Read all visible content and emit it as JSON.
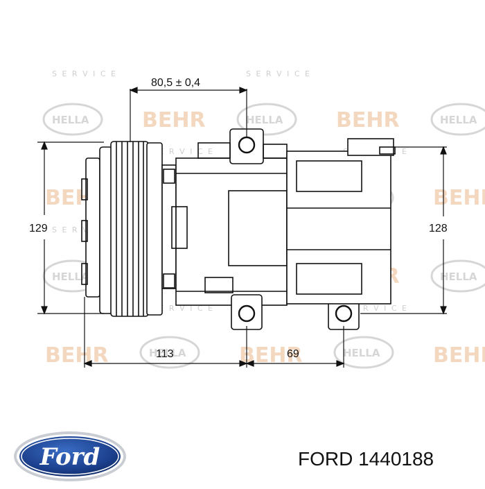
{
  "diagram": {
    "dimensions": {
      "top_width": "80,5 ± 0,4",
      "left_height": "129",
      "right_height": "128",
      "bottom_left": "113",
      "bottom_right": "69"
    },
    "watermarks": {
      "brand_behr": "BEHR",
      "brand_hella": "HELLA",
      "service_letters": "S E R V I C E"
    }
  },
  "footer": {
    "logo_text": "Ford",
    "part_label": "FORD 1440188"
  },
  "colors": {
    "line": "#111111",
    "watermark_orange": "#f3d7bf",
    "watermark_gray": "#d6d6d6",
    "logo_blue": "#1b3f8b"
  },
  "icons": [
    "ford-logo-icon",
    "hella-logo-icon"
  ]
}
